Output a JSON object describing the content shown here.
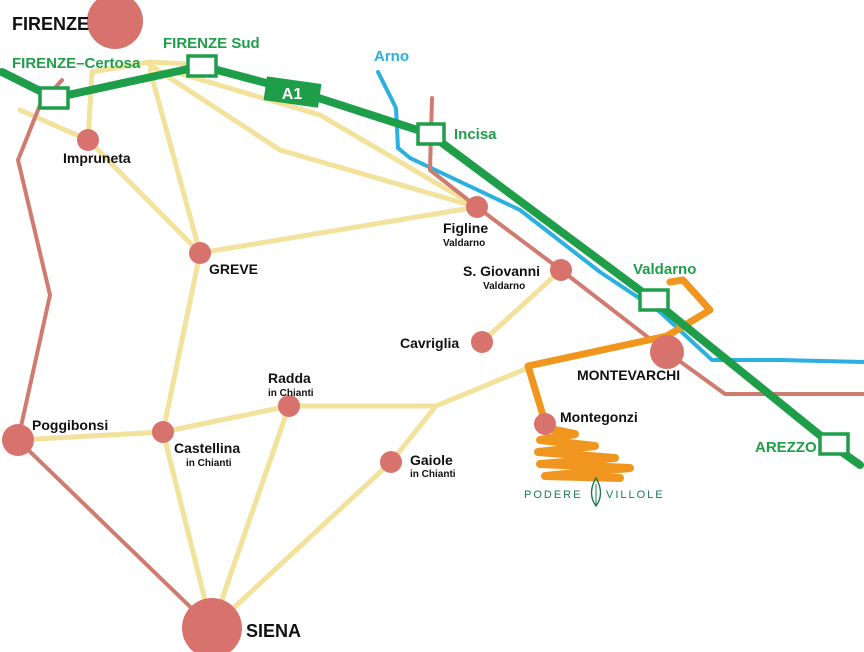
{
  "colors": {
    "motorway": "#1f9e4a",
    "road": "#f2e29b",
    "railway": "#d07b6f",
    "river": "#2ab1df",
    "route": "#f0961e",
    "town": "#d8726d",
    "label": "#111111",
    "brand": "#1d7a52"
  },
  "labels": {
    "firenze": "FIRENZE",
    "firenze_certosa": "FIRENZE–Certosa",
    "firenze_sud": "FIRENZE Sud",
    "a1": "A1",
    "arno": "Arno",
    "incisa": "Incisa",
    "impruneta": "Impruneta",
    "figline": "Figline",
    "figline_sub": "Valdarno",
    "greve": "GREVE",
    "s_giovanni": "S. Giovanni",
    "s_giovanni_sub": "Valdarno",
    "valdarno_exit": "Valdarno",
    "cavriglia": "Cavriglia",
    "montevarchi": "MONTEVARCHI",
    "radda": "Radda",
    "radda_sub": "in Chianti",
    "montegonzi": "Montegonzi",
    "poggibonsi": "Poggibonsi",
    "castellina": "Castellina",
    "castellina_sub": "in Chianti",
    "gaiole": "Gaiole",
    "gaiole_sub": "in Chianti",
    "arezzo": "AREZZO",
    "siena": "SIENA",
    "brand_left": "PODERE",
    "brand_right": "VILLOLE"
  },
  "icons": {
    "brand": "cypress-tree-icon",
    "exit": "motorway-exit-icon",
    "town": "town-dot-icon"
  }
}
